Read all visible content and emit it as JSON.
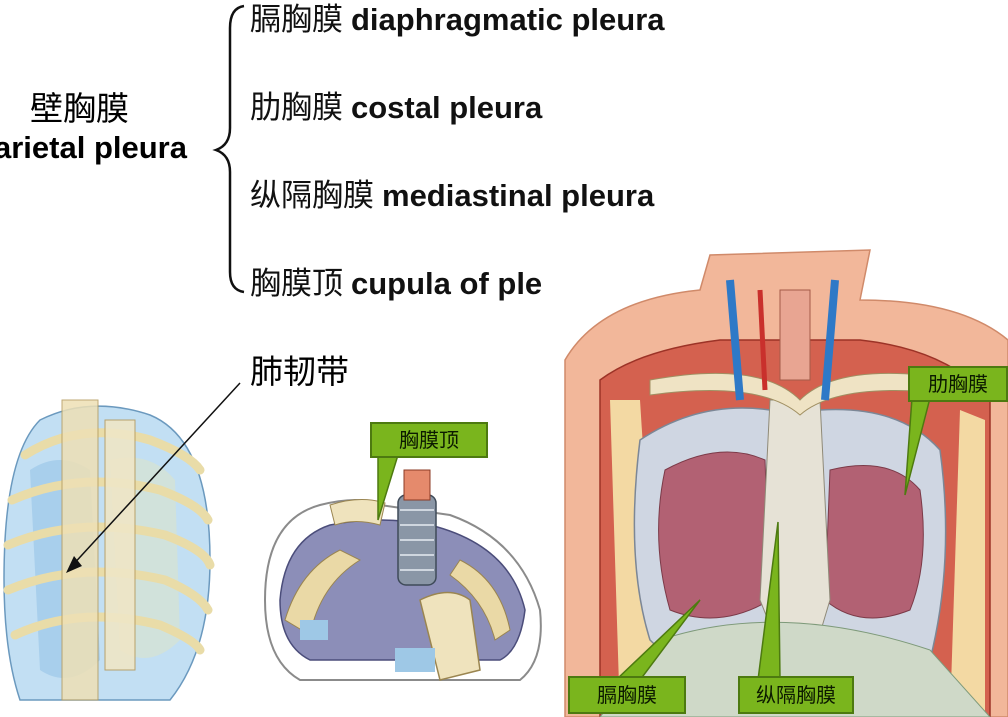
{
  "parietal_pleura": {
    "cn": "壁胸膜",
    "en": "arietal pleura"
  },
  "parts": [
    {
      "cn": "膈胸膜",
      "en": "diaphragmatic pleura"
    },
    {
      "cn": "肋胸膜",
      "en": "costal pleura"
    },
    {
      "cn": "纵隔胸膜",
      "en": "mediastinal pleura"
    },
    {
      "cn": "胸膜顶",
      "en": "cupula of ple"
    }
  ],
  "pulmonary_ligament": "肺韧带",
  "callouts": {
    "cupula": "胸膜顶",
    "costal": "肋胸膜",
    "diaphragmatic": "膈胸膜",
    "mediastinal": "纵隔胸膜"
  },
  "colors": {
    "callout": "#7ab51d",
    "pleura_blue": "#8ec3e6",
    "bone": "#f2e7c4",
    "muscle": "#c84f45"
  }
}
